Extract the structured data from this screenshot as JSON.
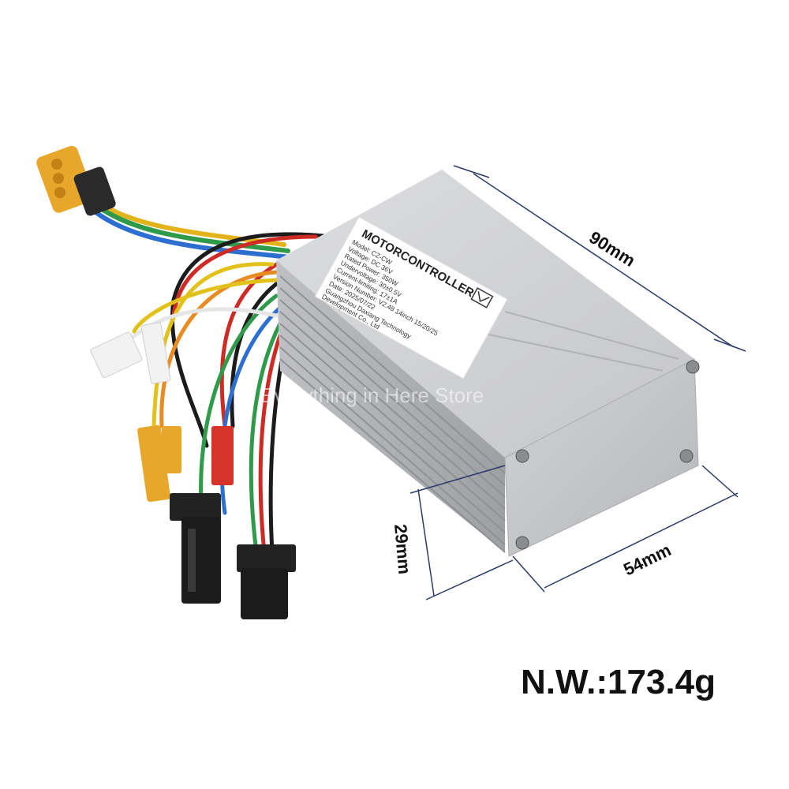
{
  "product": {
    "label": {
      "title": "MOTORCONTROLLER",
      "lines": [
        "Model: CZ-CW",
        "Voltage: DC 36V",
        "Rated Power: 350W",
        "Undervoltage: 30±0.5V",
        "Current-limiting: 17±1A",
        "Version Number: V2.48 14inch 15/20/25",
        "Date: 2025/07/22",
        "Guangzhou Daxiang Technology",
        "Development Co., Ltd"
      ],
      "brand_icon": "brand-logo-icon"
    },
    "dimensions": {
      "length": "90mm",
      "width": "54mm",
      "height": "29mm"
    },
    "net_weight": "N.W.:173.4g"
  },
  "watermark": "Everything in Here Store",
  "colors": {
    "housing": "#c9cacc",
    "housing_dark": "#a9abae",
    "label_bg": "#ffffff",
    "dim_line": "#2b3a6b",
    "connector_yellow": "#e8a72a",
    "connector_black": "#222222",
    "connector_red": "#d6332b",
    "connector_white": "#f2f2f2"
  }
}
